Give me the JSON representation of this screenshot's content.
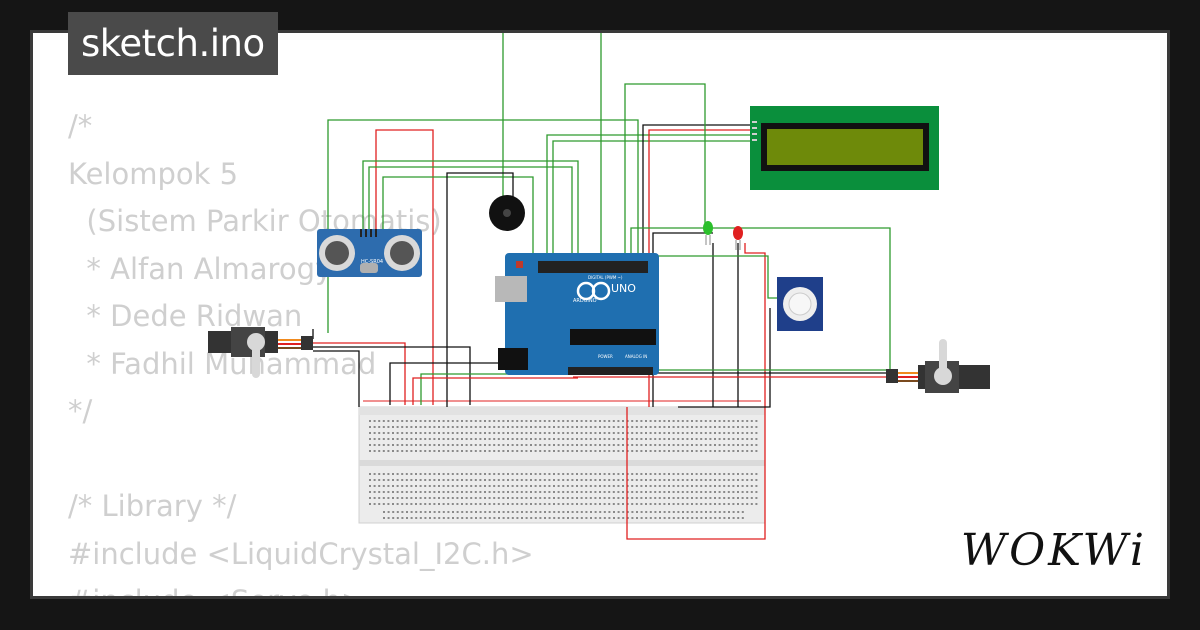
{
  "tab": {
    "title": "sketch.ino"
  },
  "code": {
    "lines": [
      "/*",
      "Kelompok 5",
      "  (Sistem Parkir Otomatis)",
      "  * Alfan Almarogy",
      "  * Dede Ridwan",
      "  * Fadhil Muhammad",
      "*/",
      "",
      "/* Library */",
      "#include <LiquidCrystal_I2C.h>",
      "#include <Servo.h>"
    ]
  },
  "arduino": {
    "label": "UNO",
    "brand": "ARDUINO",
    "header": "DIGITAL (PWM ~)",
    "power": "POWER",
    "analog": "ANALOG IN"
  },
  "sensor": {
    "label": "HC-SR04"
  },
  "brand": {
    "logo": "WOKWi"
  },
  "colors": {
    "wire_green": "#2e9a2e",
    "wire_red": "#e02020",
    "wire_black": "#111111",
    "board": "#1f6fb0",
    "lcd_pcb": "#0a8f3c",
    "lcd_screen": "#6e8a0a"
  }
}
